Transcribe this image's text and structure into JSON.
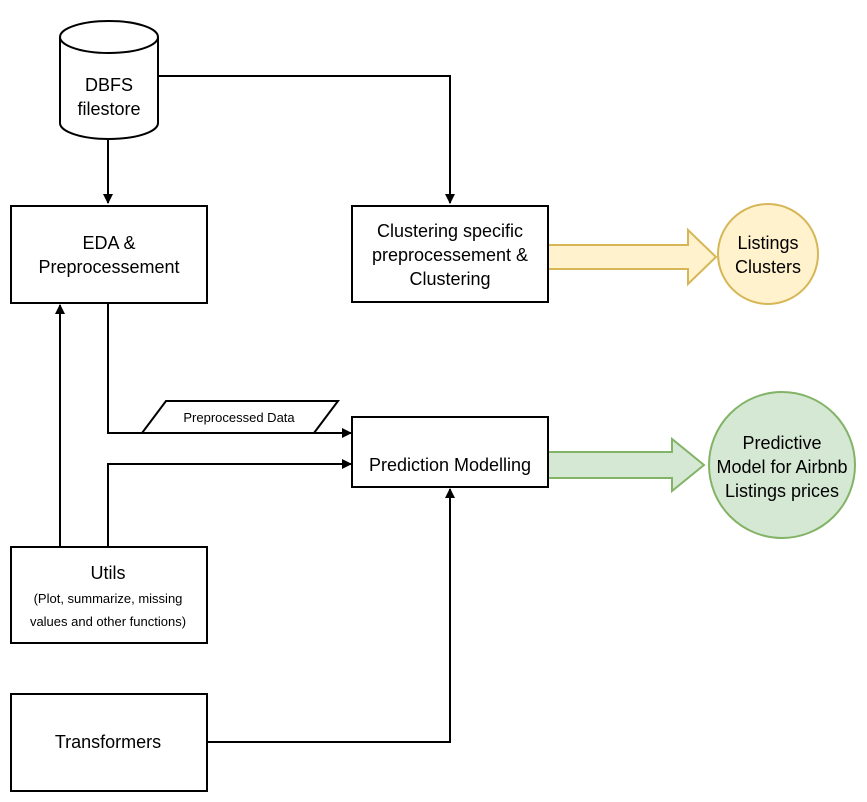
{
  "nodes": {
    "dbfs": {
      "lines": [
        "DBFS",
        "filestore"
      ]
    },
    "eda": {
      "lines": [
        "EDA &",
        "Preprocessement"
      ]
    },
    "clustering": {
      "lines": [
        "Clustering specific",
        "preprocessement &",
        "Clustering"
      ]
    },
    "listings_clusters": {
      "lines": [
        "Listings",
        "Clusters"
      ]
    },
    "prediction": {
      "lines": [
        "Prediction Modelling"
      ]
    },
    "preprocessed_data": {
      "label": "Preprocessed Data"
    },
    "predictive_model": {
      "lines": [
        "Predictive",
        "Model for Airbnb",
        "Listings prices"
      ]
    },
    "utils": {
      "title": "Utils",
      "lines": [
        "(Plot, summarize, missing",
        "values and other functions)"
      ]
    },
    "transformers": {
      "lines": [
        "Transformers"
      ]
    }
  },
  "colors": {
    "yellow_fill": "#fff2cc",
    "yellow_stroke": "#d6b656",
    "green_fill": "#d5e8d4",
    "green_stroke": "#82b366"
  }
}
